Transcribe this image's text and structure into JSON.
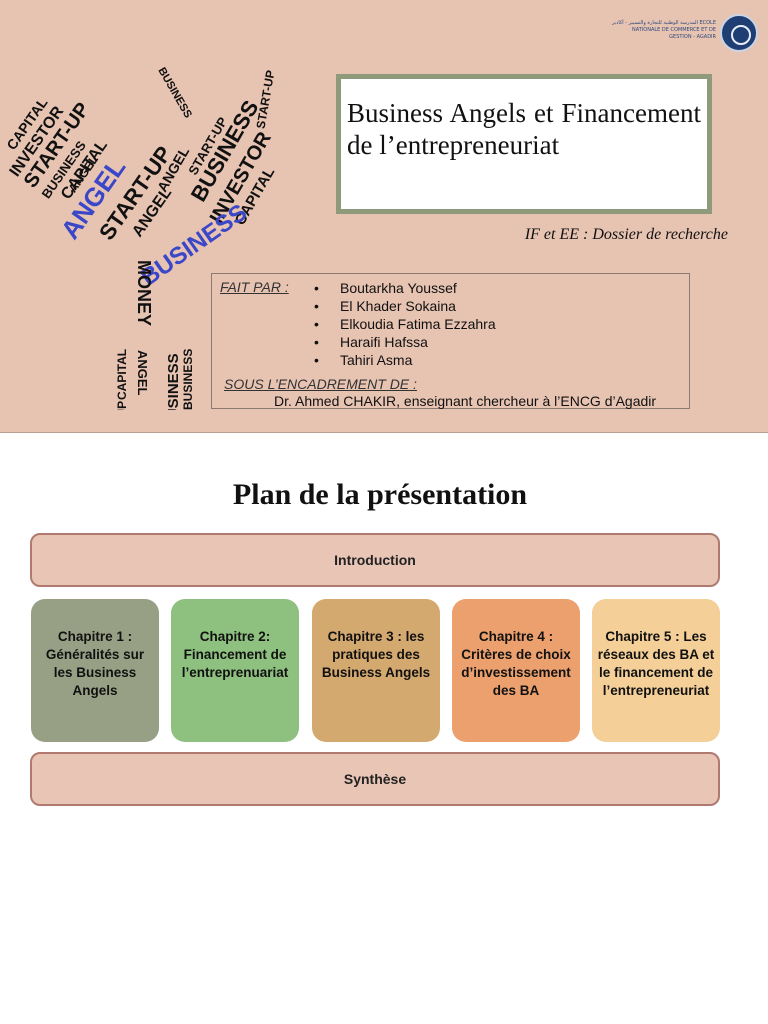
{
  "slide1": {
    "title": "Business Angels et Financement de l’entrepreneuriat",
    "subtitle": "IF et EE : Dossier de recherche",
    "fait_par_label": "FAIT PAR :",
    "authors": [
      "Boutarkha Youssef",
      "El Khader Sokaina",
      "Elkoudia Fatima Ezzahra",
      "Haraifi Hafssa",
      "Tahiri Asma"
    ],
    "sous_encadrement_label": "SOUS L’ENCADREMENT DE  :",
    "supervisor": "Dr. Ahmed CHAKIR, enseignant chercheur  à l’ENCG d’Agadir",
    "wordcloud_words": [
      "ANGEL",
      "BUSINESS",
      "START-UP",
      "CAPITAL",
      "INVESTOR",
      "MONEY"
    ],
    "logo_text": "المدرسة الوطنية للتجارة والتسيير - أكادير ECOLE NATIONALE DE COMMERCE ET DE GESTION - AGADIR"
  },
  "plan": {
    "title": "Plan de la présentation",
    "introduction": "Introduction",
    "synthese": "Synthèse",
    "chapters": [
      {
        "label": "Chapitre 1 : Généralités sur les Business Angels",
        "color": "#97a085"
      },
      {
        "label": "Chapitre 2: Financement de l’entreprenuariat",
        "color": "#8ec07f"
      },
      {
        "label": "Chapitre 3 : les pratiques des Business Angels",
        "color": "#d4a970"
      },
      {
        "label": "Chapitre 4 : Critères de choix d’investissement des BA",
        "color": "#eba06d"
      },
      {
        "label": "Chapitre 5 : Les réseaux des BA et le financement de l’entrepreneuriat",
        "color": "#f4cf98"
      }
    ]
  }
}
